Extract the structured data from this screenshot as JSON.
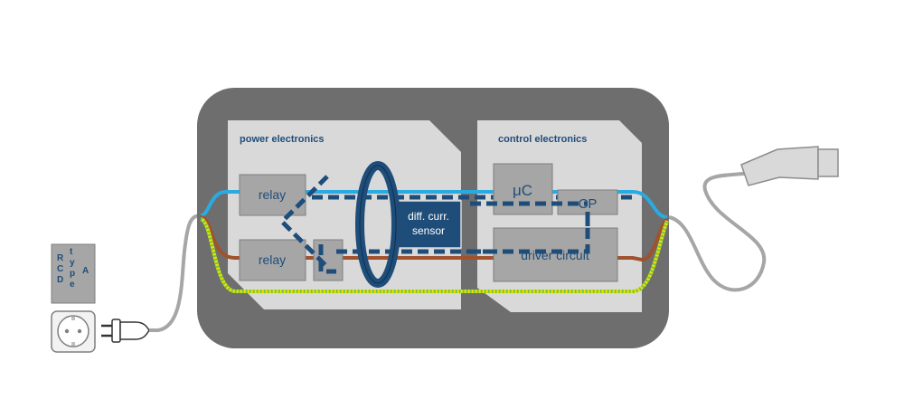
{
  "power_section": {
    "title": "power electronics"
  },
  "control_section": {
    "title": "control electronics"
  },
  "relay_top": {
    "label": "relay"
  },
  "relay_bottom": {
    "label": "relay"
  },
  "sensor": {
    "line1": "diff. curr.",
    "line2": "sensor"
  },
  "microcontroller": {
    "label": "μC"
  },
  "cp_box": {
    "label": "CP"
  },
  "driver": {
    "label": "driver circuit"
  },
  "rcd_box": {
    "col1": "R C D",
    "col2": "t y p e",
    "col3": "A"
  },
  "colors": {
    "housing": "#6e6e6e",
    "panel": "#d9d9d9",
    "component": "#a6a6a6",
    "sensor_fill": "#1f4d7a",
    "dashed_line": "#1f4d7a",
    "phase_blue": "#29abe2",
    "phase_brown": "#a0522d",
    "earth_yellow": "#e6e600",
    "earth_green": "#7cc243",
    "cable_gray": "#a6a6a6"
  }
}
